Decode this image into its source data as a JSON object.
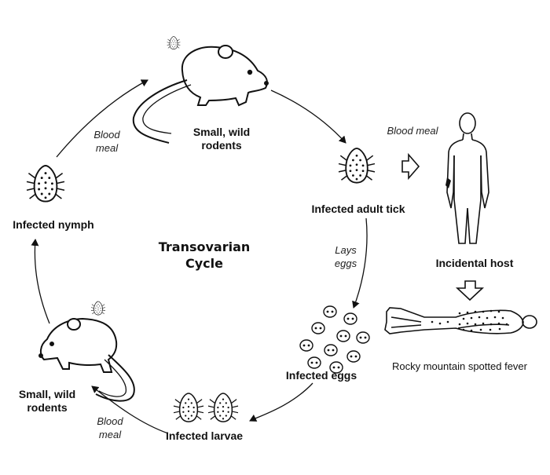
{
  "diagram": {
    "center_title": "Transovarian",
    "center_subtitle": "Cycle",
    "stages": {
      "rodents_top": {
        "line1": "Small, wild",
        "line2": "rodents"
      },
      "adult_tick": "Infected adult tick",
      "eggs": "Infected eggs",
      "larvae": "Infected larvae",
      "rodents_bottom": {
        "line1": "Small, wild",
        "line2": "rodents"
      },
      "nymph": "Infected nymph"
    },
    "transitions": {
      "blood_meal_top_left": {
        "line1": "Blood",
        "line2": "meal"
      },
      "lays_eggs": {
        "line1": "Lays",
        "line2": "eggs"
      },
      "blood_meal_bottom": {
        "line1": "Blood",
        "line2": "meal"
      },
      "blood_meal_host": "Blood meal"
    },
    "host": {
      "label": "Incidental host",
      "disease": "Rocky mountain spotted fever"
    }
  }
}
